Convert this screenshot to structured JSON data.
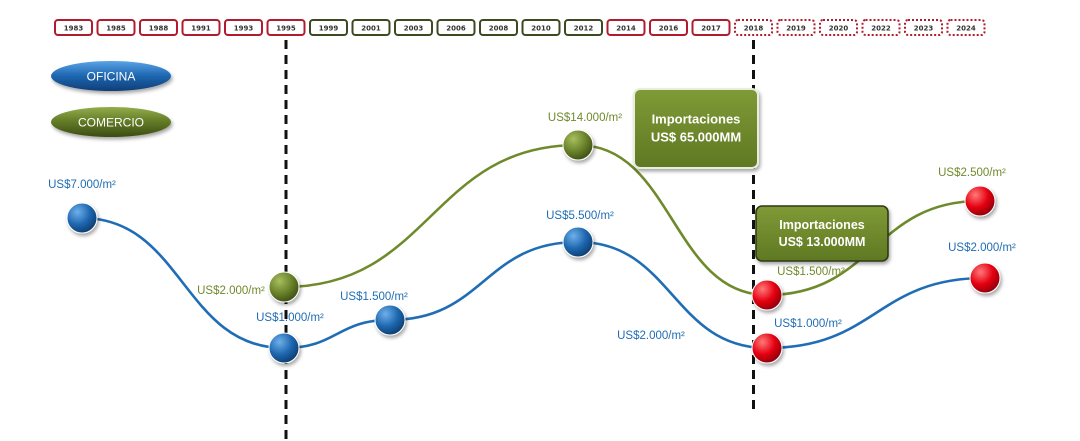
{
  "chart_data": {
    "type": "line",
    "title": "",
    "timeline": {
      "years": [
        "1983",
        "1985",
        "1988",
        "1991",
        "1993",
        "1995",
        "1999",
        "2001",
        "2003",
        "2006",
        "2008",
        "2010",
        "2012",
        "2014",
        "2016",
        "2017",
        "2018",
        "2019",
        "2020",
        "2022",
        "2023",
        "2024"
      ],
      "styles": [
        "red",
        "red",
        "red",
        "red",
        "red",
        "red",
        "green",
        "green",
        "green",
        "green",
        "green",
        "green",
        "green",
        "red",
        "red",
        "red",
        "dotted",
        "dotted",
        "dotted",
        "dotted",
        "dotted",
        "dotted"
      ]
    },
    "markers": [
      "1995",
      "2018"
    ],
    "legend": [
      {
        "label": "OFICINA",
        "color": "#1f6db5"
      },
      {
        "label": "COMERCIO",
        "color": "#6f8a2c"
      }
    ],
    "series": [
      {
        "name": "OFICINA",
        "color": "#1f6db5",
        "points": [
          {
            "x": 0,
            "y": 7000,
            "label": "US$7.000/m²",
            "fill": "blue"
          },
          {
            "x": 1,
            "y": 1000,
            "label": "US$1.000/m²",
            "fill": "blue"
          },
          {
            "x": 2,
            "y": 1500,
            "label": "US$1.500/m²",
            "fill": "blue"
          },
          {
            "x": 3,
            "y": 5500,
            "label": "US$5.500/m²",
            "fill": "blue"
          },
          {
            "x": 4,
            "y": 1000,
            "label": "US$1.000/m²",
            "fill": "red",
            "pre_label": "US$2.000/m²"
          },
          {
            "x": 5,
            "y": 2000,
            "label": "US$2.000/m²",
            "fill": "red"
          }
        ]
      },
      {
        "name": "COMERCIO",
        "color": "#6f8a2c",
        "points": [
          {
            "x": 1,
            "y": 2000,
            "label": "US$2.000/m²",
            "fill": "green"
          },
          {
            "x": 3,
            "y": 14000,
            "label": "US$14.000/m²",
            "fill": "green"
          },
          {
            "x": 4,
            "y": 1500,
            "label": "US$1.500/m²",
            "fill": "red"
          },
          {
            "x": 5,
            "y": 2500,
            "label": "US$2.500/m²",
            "fill": "red"
          }
        ]
      }
    ],
    "annotations": [
      {
        "lines": [
          "Importaciones",
          "US$ 65.000MM"
        ],
        "color": "#6f8a2c"
      },
      {
        "lines": [
          "Importaciones",
          "US$ 13.000MM"
        ],
        "color": "#6f8a2c"
      }
    ],
    "colors": {
      "red": "#b01c2e",
      "green": "#3c4a22",
      "red_fill": "#e4001b"
    }
  }
}
